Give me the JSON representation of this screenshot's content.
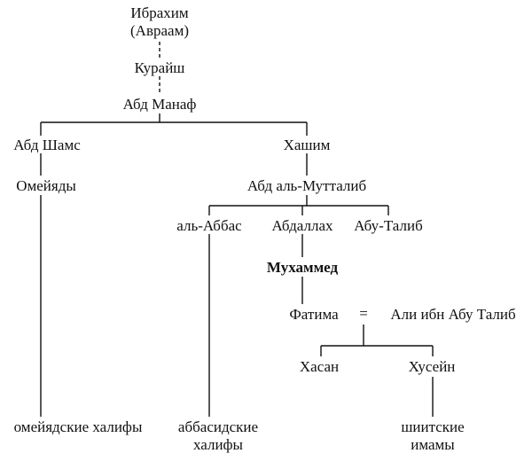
{
  "nodes": {
    "ibrahim": "Ибрахим",
    "avraam": "(Авраам)",
    "quraysh": "Курайш",
    "abd_manaf": "Абд Манаф",
    "abd_shams": "Абд Шамс",
    "hashim": "Хашим",
    "umayyads": "Омейяды",
    "abd_al_muttalib": "Абд аль-Мутталиб",
    "al_abbas": "аль-Аббас",
    "abdallah": "Абдаллах",
    "abu_talib": "Абу-Талиб",
    "muhammad": "Мухаммед",
    "fatima": "Фатима",
    "marriage_sign": "=",
    "ali": "Али ибн Абу Талиб",
    "hasan": "Хасан",
    "husayn": "Хусейн",
    "umayyad_caliphs": "омейядские халифы",
    "abbasid_caliphs_1": "аббасидские",
    "abbasid_caliphs_2": "халифы",
    "shia_imams_1": "шиитские",
    "shia_imams_2": "имамы"
  }
}
